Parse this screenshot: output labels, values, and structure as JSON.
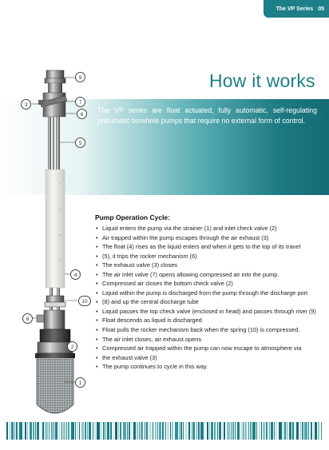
{
  "header": {
    "series_label": "The VP Series",
    "page_number": "05"
  },
  "title": "How it works",
  "intro": "The VP series are float actuated, fully automatic, self-regulating pneumatic borehole pumps that require no external form of control.",
  "callouts": [
    "9",
    "3",
    "7",
    "6",
    "5",
    "4",
    "10",
    "8",
    "2",
    "1"
  ],
  "operation_cycle": {
    "heading": "Pump Operation Cycle:",
    "items": [
      "Liquid enters the pump via the strainer (1) and inlet check valve (2)",
      "Air trapped within the pump escapes through the air exhaust (3)",
      "The float (4) rises as the liquid enters and when it gets to the top of its travel",
      "(5), it trips the rocker mechanism (6)",
      "The exhaust valve (3) closes",
      "The air inlet valve (7) opens allowing compressed air into the pump.",
      "Compressed air closes the bottom check valve (2)",
      "Liquid within the pump is discharged from the pump through the discharge port",
      "(8) and up the central discharge tube",
      "Liquid passes the top check valve (enclosed in head) and passes through riser (9)",
      "Float descends as liquid is discharged",
      "Float pulls the rocker mechanism back when the spring (10) is compressed.",
      "The air inlet closes, air exhaust opens",
      "Compressed air  trapped within the pump can now escape to atmosphere via",
      "the exhaust valve (3)",
      "The pump continues to cycle in this way."
    ]
  },
  "colors": {
    "accent": "#1d7f87",
    "band_dark": "#146b73"
  }
}
